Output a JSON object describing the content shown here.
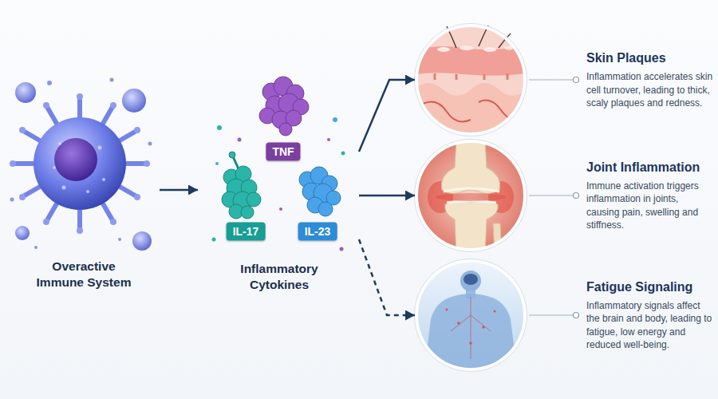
{
  "diagram": {
    "nodes": [
      {
        "text": [
          "Overactive Immune System"
        ]
      },
      {
        "text": [
          "Inflammatory Cytokines"
        ]
      },
      {
        "text": [
          "TNF"
        ],
        "in": 1
      },
      {
        "text": [
          "IL-17"
        ],
        "in": 1
      },
      {
        "text": [
          "IL-23"
        ],
        "in": 1
      },
      {
        "text": [
          "Skin Plaques",
          "Inflammation accelerates skin cell turnover, leading to thick, scaly plaques and redness."
        ]
      },
      {
        "text": [
          "Joint Inflammation",
          "Immune activation triggers inflammation in joints, causing pain, swelling and stiffness."
        ]
      },
      {
        "text": [
          "Fatigue Signaling",
          "Inflammatory signals affect the brain and body, leading to fatigue, low energy and reduced well-being."
        ]
      }
    ],
    "edges": [
      {
        "from": 0,
        "to": 1,
        "arrow": "to"
      },
      {
        "from": 1,
        "to": 5,
        "arrow": "to"
      },
      {
        "from": 1,
        "to": 6,
        "arrow": "to"
      },
      {
        "from": 1,
        "to": 7,
        "arrow": "to"
      }
    ]
  }
}
